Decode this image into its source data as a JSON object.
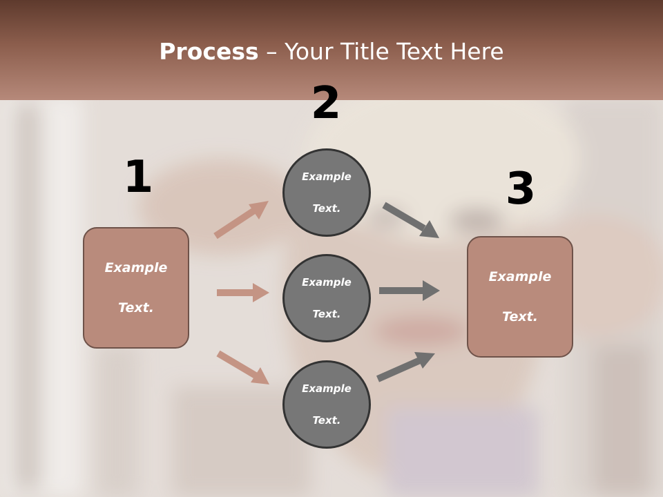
{
  "slide": {
    "title_bold": "Process",
    "title_rest": " – Your Title Text Here"
  },
  "steps": {
    "one": "1",
    "two": "2",
    "three": "3"
  },
  "left_box": {
    "line1": "Example",
    "line2": "Text."
  },
  "right_box": {
    "line1": "Example",
    "line2": "Text."
  },
  "circles": [
    {
      "line1": "Example",
      "line2": "Text."
    },
    {
      "line1": "Example",
      "line2": "Text."
    },
    {
      "line1": "Example",
      "line2": "Text."
    }
  ],
  "colors": {
    "header": "#8c5e4d",
    "box_fill": "#b98b7c",
    "circle_fill": "#777777",
    "arrow_left": "#c49484",
    "arrow_right": "#707070"
  }
}
